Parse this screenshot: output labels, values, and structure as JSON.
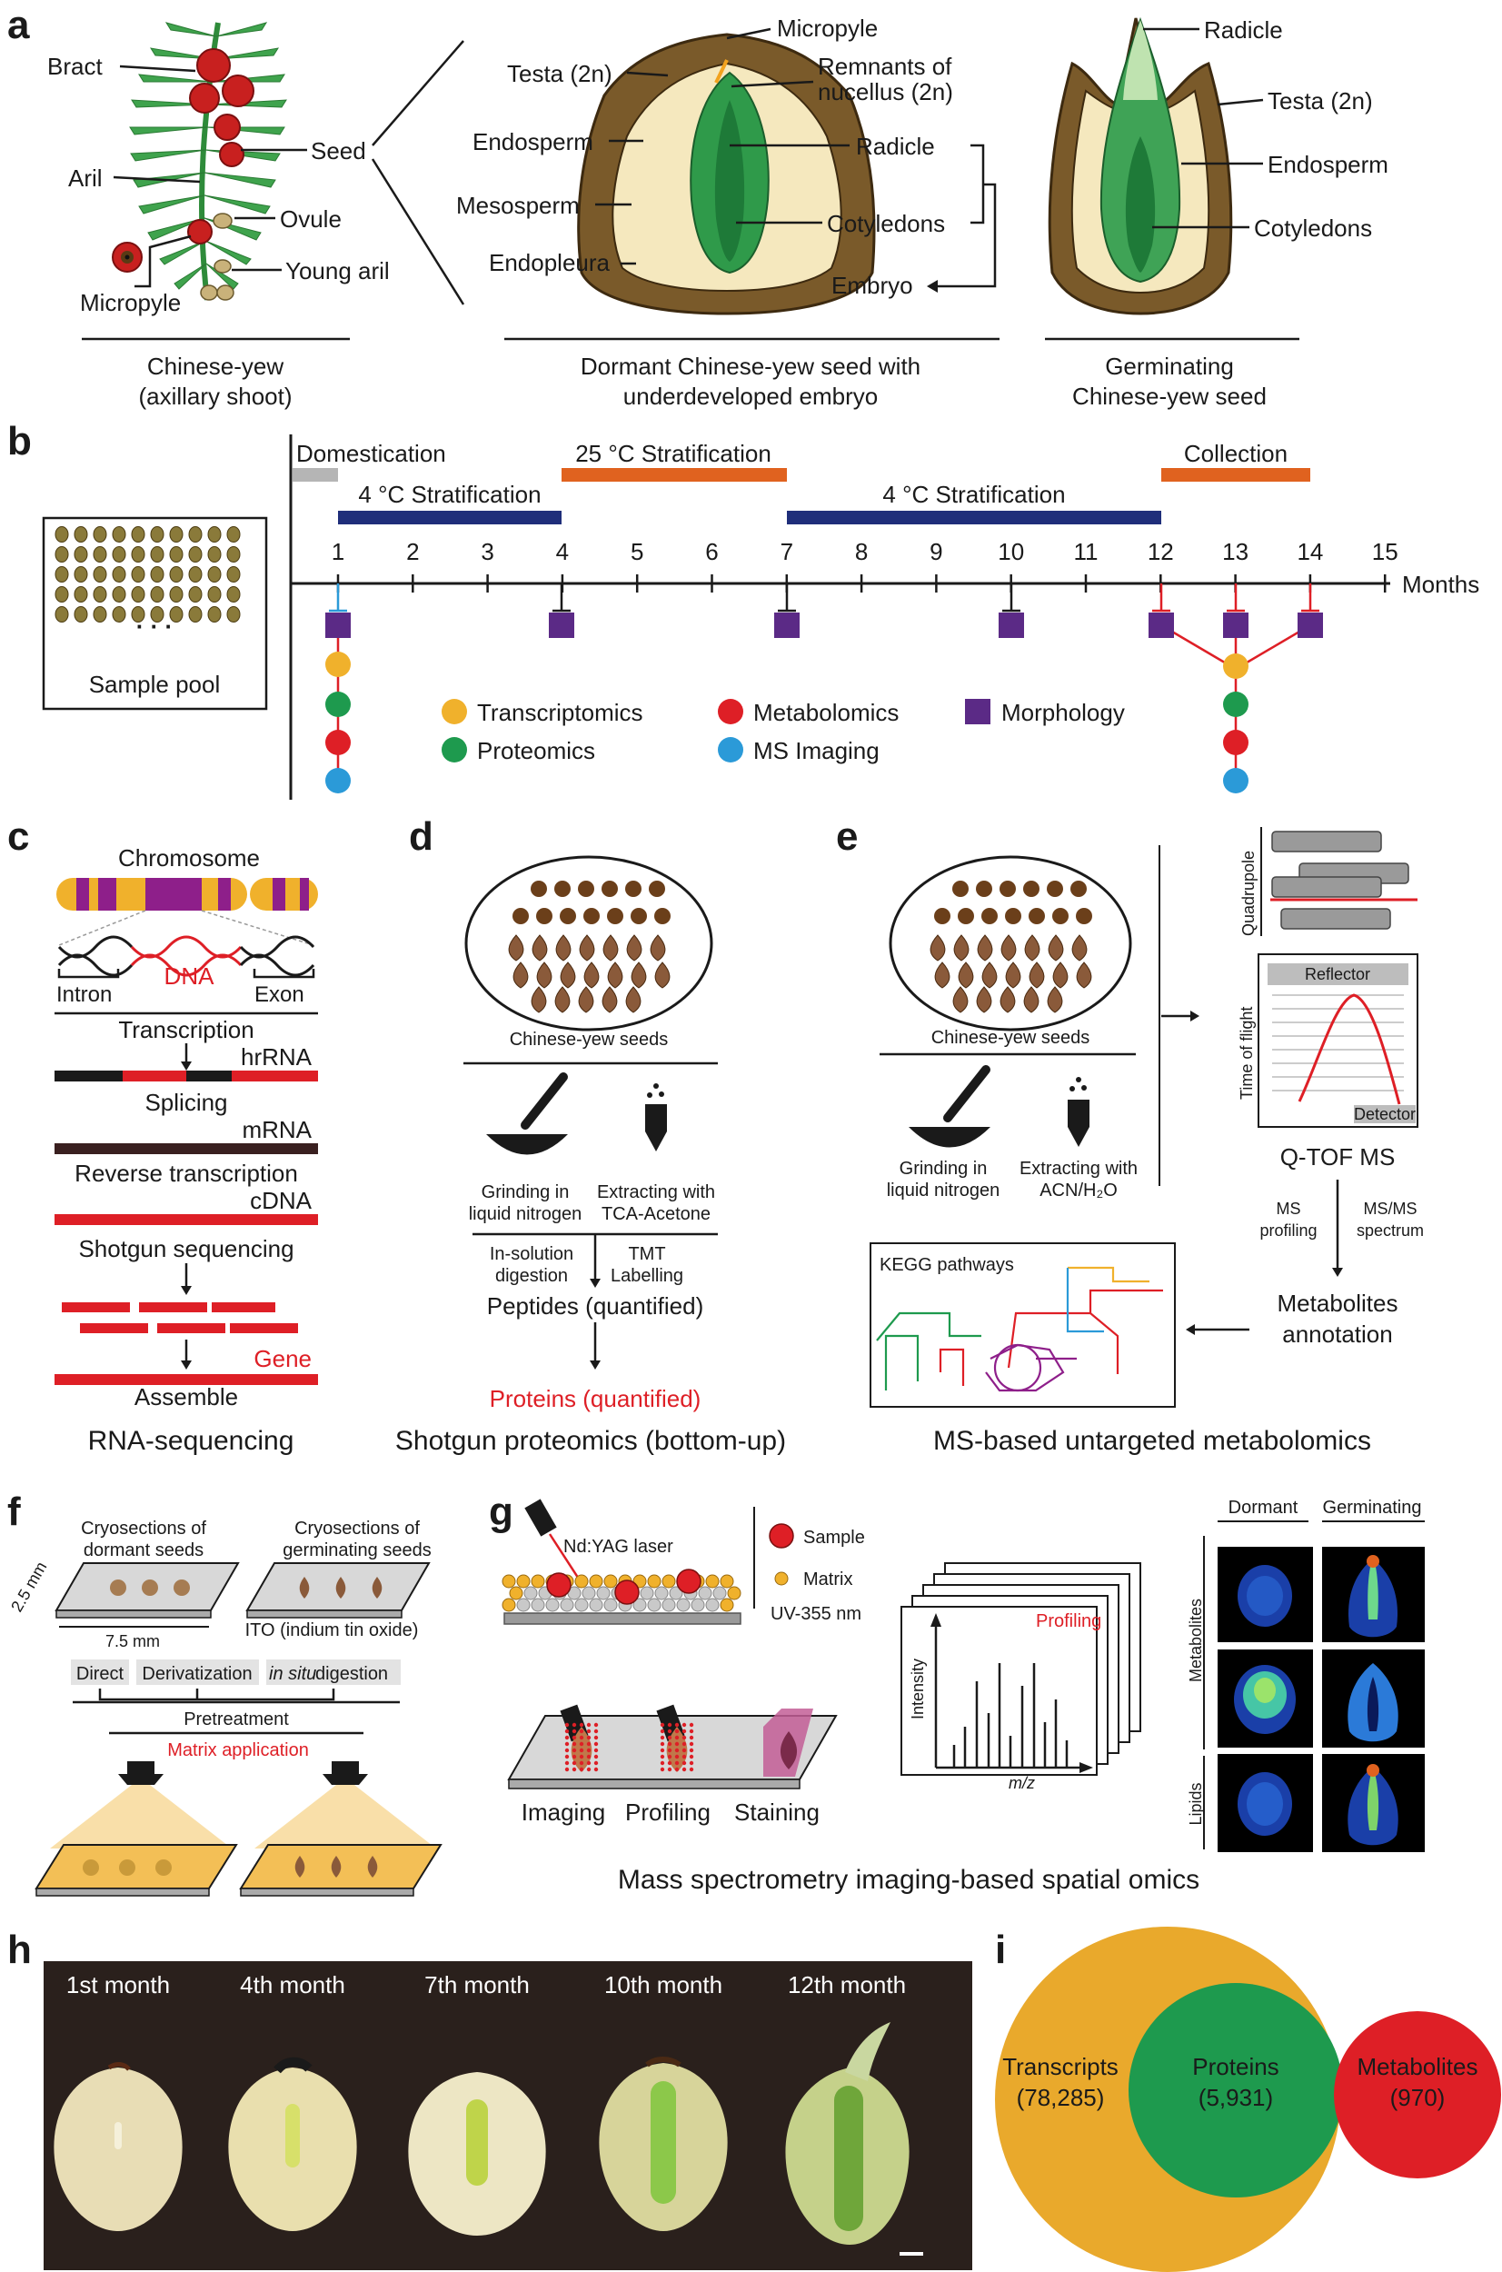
{
  "panels": {
    "a": {
      "letter": "a",
      "plant_labels": [
        "Bract",
        "Seed",
        "Aril",
        "Ovule",
        "Young aril",
        "Micropyle"
      ],
      "plant_caption": [
        "Chinese-yew",
        "(axillary shoot)"
      ],
      "dormant_labels": [
        "Micropyle",
        "Testa (2n)",
        "Remnants of",
        "nucellus (2n)",
        "Endosperm",
        "Radicle",
        "Mesosperm",
        "Cotyledons",
        "Endopleura",
        "Embryo"
      ],
      "dormant_caption": [
        "Dormant Chinese-yew seed with",
        "underdeveloped embryo"
      ],
      "germ_labels": [
        "Radicle",
        "Testa (2n)",
        "Endosperm",
        "Cotyledons"
      ],
      "germ_caption": [
        "Germinating",
        "Chinese-yew seed"
      ]
    },
    "b": {
      "letter": "b",
      "sample_pool": "Sample pool",
      "dots": "· · ·",
      "phases": [
        "Domestication",
        "4 °C Stratification",
        "25 °C Stratification",
        "4 °C Stratification",
        "Collection"
      ],
      "months": [
        "1",
        "2",
        "3",
        "4",
        "5",
        "6",
        "7",
        "8",
        "9",
        "10",
        "11",
        "12",
        "13",
        "14",
        "15"
      ],
      "axis_label": "Months",
      "legend": [
        "Transcriptomics",
        "Metabolomics",
        "Morphology",
        "Proteomics",
        "MS Imaging"
      ]
    },
    "c": {
      "letter": "c",
      "chromosome": "Chromosome",
      "dna": "DNA",
      "intron": "Intron",
      "exon": "Exon",
      "steps": [
        "Transcription",
        "hrRNA",
        "Splicing",
        "mRNA",
        "Reverse transcription",
        "cDNA",
        "Shotgun sequencing",
        "Gene",
        "Assemble"
      ],
      "title": "RNA-sequencing"
    },
    "d": {
      "letter": "d",
      "seeds": "Chinese-yew seeds",
      "grind": [
        "Grinding in",
        "liquid nitrogen"
      ],
      "extract": [
        "Extracting with",
        "TCA-Acetone"
      ],
      "digest": [
        "In-solution",
        "digestion"
      ],
      "tmt": [
        "TMT",
        "Labelling"
      ],
      "peptides": "Peptides (quantified)",
      "proteins": "Proteins (quantified)",
      "title": "Shotgun proteomics (bottom-up)"
    },
    "e": {
      "letter": "e",
      "seeds": "Chinese-yew seeds",
      "grind": [
        "Grinding in",
        "liquid nitrogen"
      ],
      "extract": [
        "Extracting with",
        "ACN/H₂O"
      ],
      "quadrupole": "Quadrupole",
      "reflector": "Reflector",
      "tof": "Time of flight",
      "detector": "Detector",
      "qtof": "Q-TOF MS",
      "ms": [
        "MS",
        "profiling"
      ],
      "msms": [
        "MS/MS",
        "spectrum"
      ],
      "annotation": [
        "Metabolites",
        "annotation"
      ],
      "kegg": "KEGG pathways",
      "title": "MS-based untargeted metabolomics"
    },
    "f": {
      "letter": "f",
      "dormant": [
        "Cryosections of",
        "dormant seeds"
      ],
      "germinating": [
        "Cryosections of",
        "germinating seeds"
      ],
      "dim1": "2.5 mm",
      "dim2": "7.5 mm",
      "ito": "ITO (indium tin oxide)",
      "pre": [
        "Direct",
        "Derivatization",
        "in situ",
        " digestion"
      ],
      "pretreatment": "Pretreatment",
      "matrix": "Matrix application"
    },
    "g": {
      "letter": "g",
      "laser": "Nd:YAG laser",
      "sample": "Sample",
      "matrix": "Matrix",
      "uv": "UV-355 nm",
      "profiling": "Profiling",
      "intensity": "Intensity",
      "mz": "m/z",
      "modes": [
        "Imaging",
        "Profiling",
        "Staining"
      ],
      "col_heads": [
        "Dormant",
        "Germinating"
      ],
      "row_heads": [
        "Metabolites",
        "Lipids"
      ],
      "title": "Mass spectrometry imaging-based spatial omics"
    },
    "h": {
      "letter": "h",
      "months": [
        "1st month",
        "4th month",
        "7th month",
        "10th month",
        "12th month"
      ]
    },
    "i": {
      "letter": "i",
      "transcripts": [
        "Transcripts",
        "(78,285)"
      ],
      "proteins": [
        "Proteins",
        "(5,931)"
      ],
      "metabolites": [
        "Metabolites",
        "(970)"
      ]
    }
  },
  "colors": {
    "transcriptomics": "#F0B12C",
    "proteomics": "#1E9A4E",
    "metabolomics": "#DE1F26",
    "ms_imaging": "#2B9AD8",
    "morphology": "#5B2A86",
    "navy": "#1F2E7A",
    "orange": "#E0621F",
    "grey": "#B5B5B5"
  }
}
